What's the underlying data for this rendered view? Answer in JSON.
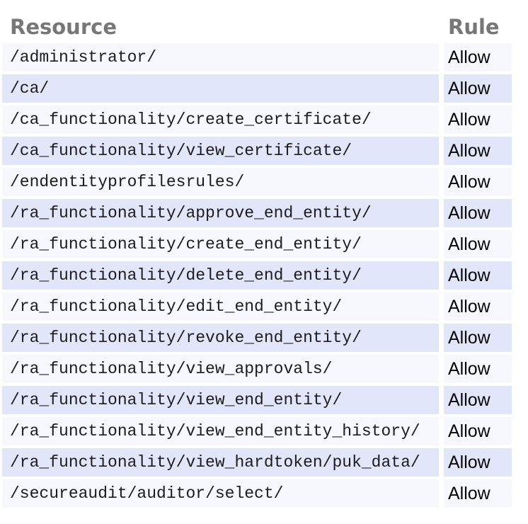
{
  "table": {
    "header": {
      "resource_label": "Resource",
      "rule_label": "Rule"
    },
    "rows": [
      {
        "resource": "/administrator/",
        "rule": "Allow"
      },
      {
        "resource": "/ca/",
        "rule": "Allow"
      },
      {
        "resource": "/ca_functionality/create_certificate/",
        "rule": "Allow"
      },
      {
        "resource": "/ca_functionality/view_certificate/",
        "rule": "Allow"
      },
      {
        "resource": "/endentityprofilesrules/",
        "rule": "Allow"
      },
      {
        "resource": "/ra_functionality/approve_end_entity/",
        "rule": "Allow"
      },
      {
        "resource": "/ra_functionality/create_end_entity/",
        "rule": "Allow"
      },
      {
        "resource": "/ra_functionality/delete_end_entity/",
        "rule": "Allow"
      },
      {
        "resource": "/ra_functionality/edit_end_entity/",
        "rule": "Allow"
      },
      {
        "resource": "/ra_functionality/revoke_end_entity/",
        "rule": "Allow"
      },
      {
        "resource": "/ra_functionality/view_approvals/",
        "rule": "Allow"
      },
      {
        "resource": "/ra_functionality/view_end_entity/",
        "rule": "Allow"
      },
      {
        "resource": "/ra_functionality/view_end_entity_history/",
        "rule": "Allow"
      },
      {
        "resource": "/ra_functionality/view_hardtoken/puk_data/",
        "rule": "Allow"
      },
      {
        "resource": "/secureaudit/auditor/select/",
        "rule": "Allow"
      }
    ],
    "colors": {
      "row_stripe_dark": "#e2e6fa",
      "row_stripe_light": "#f7f8fd",
      "header_text": "#777777",
      "resource_text": "#1c1c1c",
      "rule_text": "#060606"
    }
  }
}
